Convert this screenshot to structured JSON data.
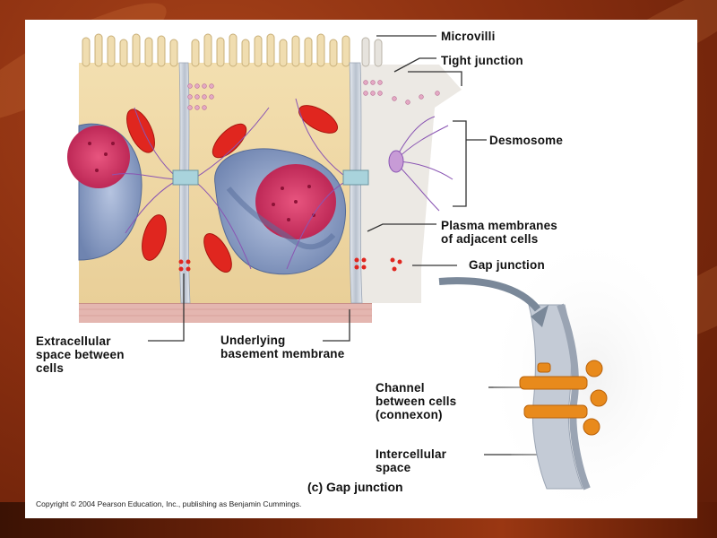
{
  "labels": {
    "microvilli": "Microvilli",
    "tight_junction": "Tight junction",
    "desmosome": "Desmosome",
    "plasma_membranes": "Plasma membranes\nof adjacent cells",
    "gap_junction": "Gap junction",
    "extracellular_space": "Extracellular\nspace between\ncells",
    "basement_membrane": "Underlying\nbasement membrane",
    "channel": "Channel\nbetween cells\n(connexon)",
    "intercellular_space": "Intercellular\nspace"
  },
  "caption": "(c) Gap junction",
  "copyright": "Copyright © 2004 Pearson Education, Inc., publishing as Benjamin Cummings.",
  "colors": {
    "cytoplasm": "#f0d9a6",
    "membrane": "#c9d0db",
    "nucleus_blue": "#8fa3c9",
    "nucleolus_pink": "#d6336c",
    "mitochondria": "#e0261f",
    "connexon": "#e88a1c",
    "fibers": "#8a55b3",
    "basement": "#e9c3c0"
  }
}
